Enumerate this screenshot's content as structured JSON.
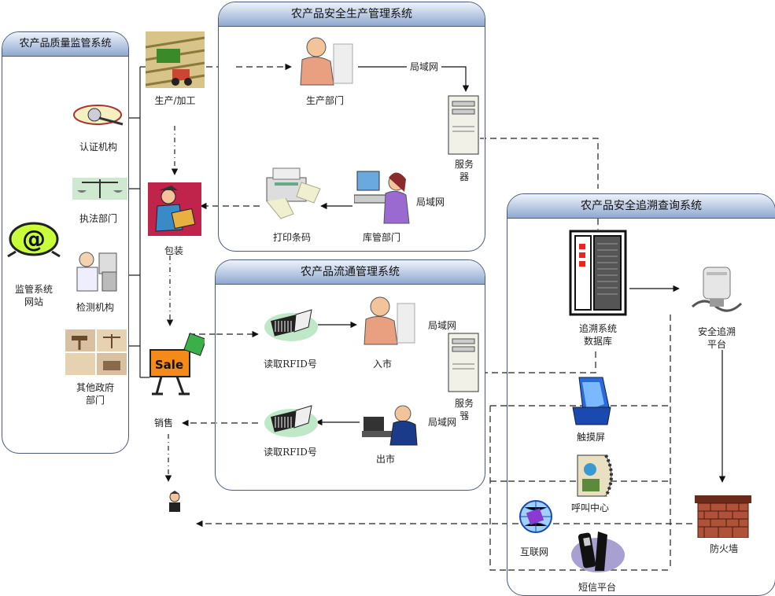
{
  "panels": {
    "supervision": "农产品质量监管系统",
    "production": "农产品安全生产管理系统",
    "circulation": "农产品流通管理系统",
    "tracing": "农产品安全追溯查询系统"
  },
  "labels": {
    "cert": "认证机构",
    "law": "执法部门",
    "inspect": "检测机构",
    "other_gov": "其他政府\n部门",
    "website": "监管系统\n网站",
    "production": "生产/加工",
    "packaging": "包装",
    "sales": "销售",
    "prod_dept": "生产部门",
    "print_barcode": "打印条码",
    "warehouse": "库管部门",
    "server": "服务\n器",
    "lan": "局域网",
    "read_rfid": "读取RFID号",
    "inbound": "入市",
    "outbound": "出市",
    "trace_db": "追溯系统\n数据库",
    "trace_platform": "安全追溯\n平台",
    "touchscreen": "触摸屏",
    "call_center": "呼叫中心",
    "internet": "互联网",
    "sms": "短信平台",
    "firewall": "防火墙"
  },
  "icons": {
    "cert": "magnifier-badge-icon",
    "law": "scales-icon",
    "inspect": "scientist-icon",
    "other_gov": "gavel-scales-icon",
    "website": "at-sign-icon",
    "production": "harvester-icon",
    "packaging": "packer-icon",
    "sales": "sale-sign-icon",
    "consumer": "consumer-icon",
    "server": "server-tower-icon",
    "database": "database-rack-icon",
    "printer": "printer-icon",
    "worker": "worker-icon",
    "rfid": "rfid-scanner-icon",
    "kiosk": "touchscreen-kiosk-icon",
    "phone": "telephone-icon",
    "globe": "globe-icon",
    "mobile": "mobile-phone-icon",
    "firewall": "brick-wall-icon"
  }
}
